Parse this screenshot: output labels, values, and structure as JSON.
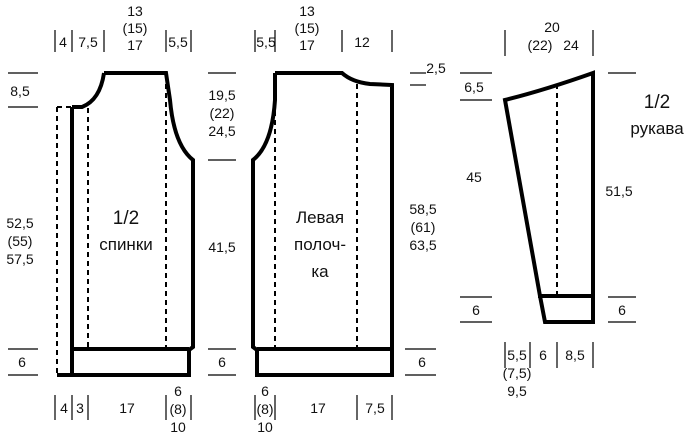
{
  "back": {
    "top_dims": [
      "4",
      "7,5",
      "5,5"
    ],
    "top_neck": [
      "13",
      "(15)",
      "17"
    ],
    "left_shoulder": "8,5",
    "left_length": [
      "52,5",
      "(55)",
      "57,5"
    ],
    "left_rib": "6",
    "armhole": [
      "19,5",
      "(22)",
      "24,5"
    ],
    "side": "41,5",
    "side_rib": "6",
    "title": [
      "1/2",
      "спинки"
    ],
    "bottom_dims": [
      "4",
      "3",
      "17"
    ],
    "bottom_right": [
      "6",
      "(8)",
      "10"
    ]
  },
  "front": {
    "top_dims": [
      "5,5",
      "12"
    ],
    "top_neck": [
      "13",
      "(15)",
      "17"
    ],
    "shoulder_drop": "2,5",
    "length": [
      "58,5",
      "(61)",
      "63,5"
    ],
    "rib": "6",
    "title": [
      "Левая",
      "полоч-",
      "ка"
    ],
    "bottom_left": [
      "6",
      "(8)",
      "10"
    ],
    "bottom_dims": [
      "17",
      "7,5"
    ]
  },
  "sleeve": {
    "top": [
      "20",
      "(22)",
      "24"
    ],
    "cap": "6,5",
    "left_length": "45",
    "right_length": "51,5",
    "left_rib": "6",
    "right_rib": "6",
    "title": [
      "1/2",
      "рукава"
    ],
    "bottom": [
      "5,5",
      "(7,5)",
      "9,5",
      "6",
      "8,5"
    ]
  }
}
